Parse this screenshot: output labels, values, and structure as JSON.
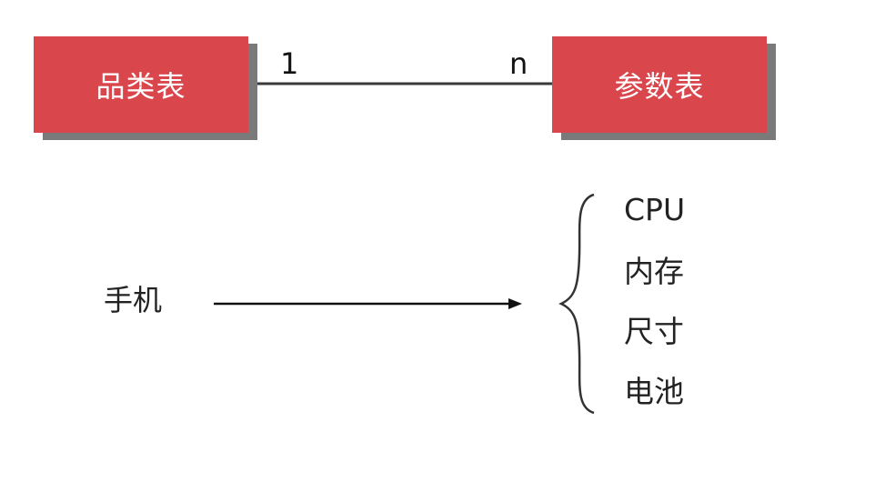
{
  "colors": {
    "entity_fill": "#d9474d",
    "entity_shadow": "#7a7a7a",
    "line": "#3a3a3a"
  },
  "relationship": {
    "left_entity": "品类表",
    "right_entity": "参数表",
    "left_cardinality": "1",
    "right_cardinality": "n"
  },
  "example": {
    "category": "手机",
    "params": [
      "CPU",
      "内存",
      "尺寸",
      "电池"
    ]
  }
}
